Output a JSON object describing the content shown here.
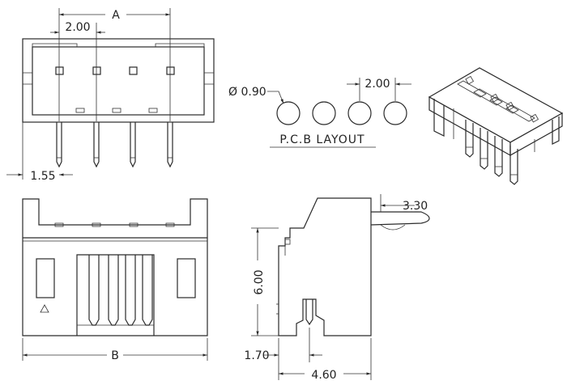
{
  "dimensions": {
    "a": "A",
    "b": "B",
    "pitch_top": "2.00",
    "pin_offset": "1.55",
    "hole_diameter": "Ø 0.90",
    "pitch_layout": "2.00",
    "side_depth": "3.30",
    "height": "6.00",
    "bottom_offset": "1.70",
    "width_side": "4.60"
  },
  "labels": {
    "pcb_layout": "P.C.B  LAYOUT"
  },
  "colors": {
    "line": "#2a2a2a",
    "background": "#ffffff"
  },
  "views": {
    "top": "top-view",
    "front": "front-view",
    "side": "side-view",
    "isometric": "isometric-view",
    "pcb": "pcb-layout-view"
  }
}
